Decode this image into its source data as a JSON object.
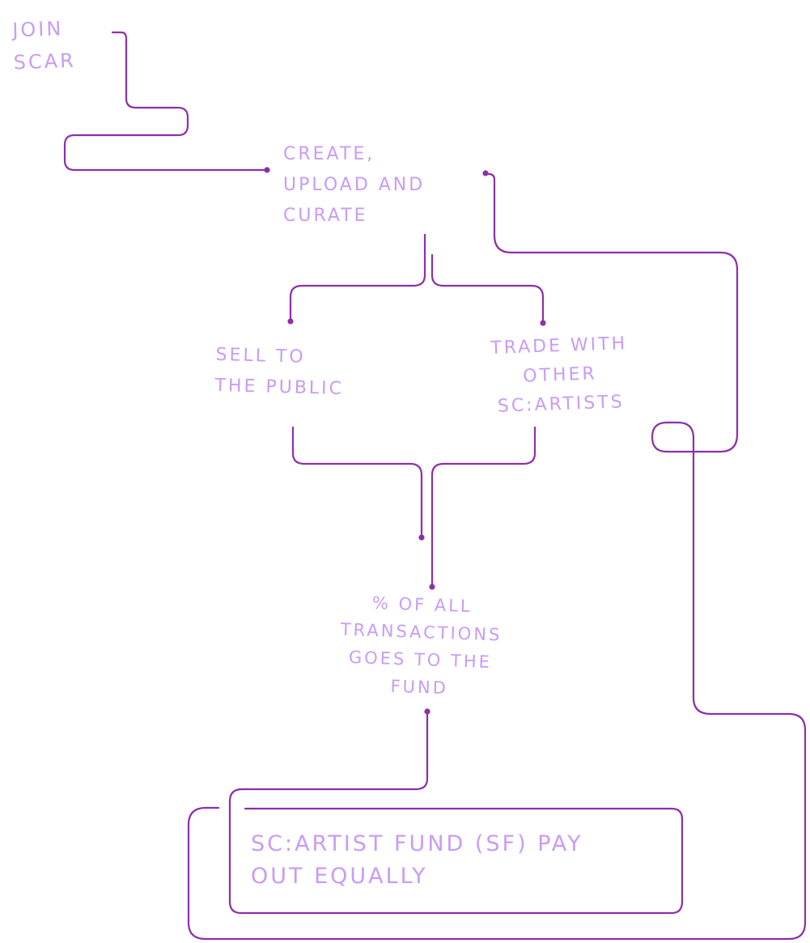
{
  "diagram": {
    "type": "flowchart",
    "colors": {
      "text": "#c89cf7",
      "connector": "#8e2fab",
      "background": "#ffffff"
    },
    "nodes": [
      {
        "id": "join",
        "label": "JOIN\nSCAR"
      },
      {
        "id": "create",
        "label": "CREATE,\nUPLOAD AND\nCURATE"
      },
      {
        "id": "sell",
        "label": "SELL TO\nTHE PUBLIC"
      },
      {
        "id": "trade",
        "label": "TRADE WITH\nOTHER\nSC:ARTISTS"
      },
      {
        "id": "percent",
        "label": "% OF ALL\nTRANSACTIONS\nGOES TO THE\nFUND"
      },
      {
        "id": "fund",
        "label": "SC:ARTIST FUND (SF) PAY\nOUT EQUALLY"
      }
    ],
    "edges": [
      {
        "from": "join",
        "to": "create"
      },
      {
        "from": "create",
        "to": "sell"
      },
      {
        "from": "create",
        "to": "trade"
      },
      {
        "from": "sell",
        "to": "percent"
      },
      {
        "from": "trade",
        "to": "percent"
      },
      {
        "from": "percent",
        "to": "fund"
      },
      {
        "from": "fund",
        "to": "create"
      }
    ]
  }
}
